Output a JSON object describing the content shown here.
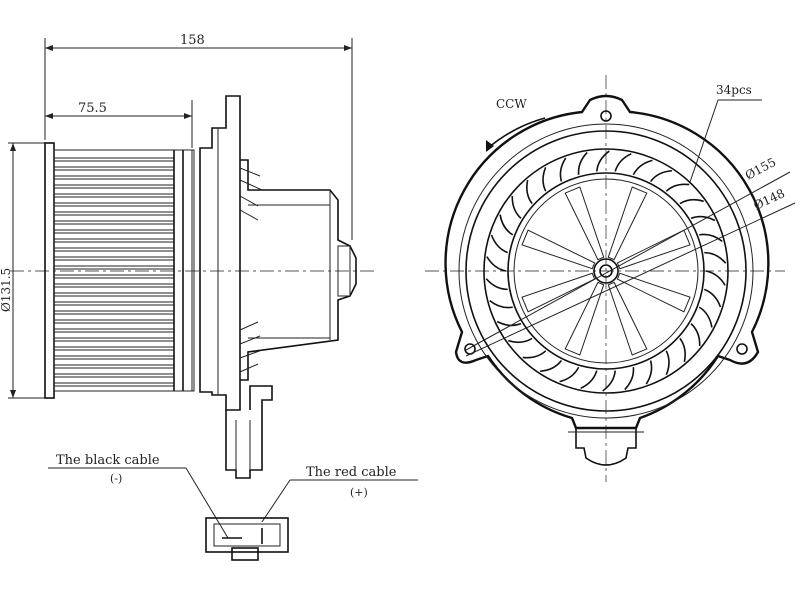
{
  "dimensions": {
    "overall_length": "158",
    "fan_length": "75.5",
    "fan_diameter": "Ø131.5",
    "outer_diameter": "Ø155",
    "inner_diameter": "Ø148",
    "blade_count": "34pcs"
  },
  "rotation": "CCW",
  "cables": {
    "black": {
      "label": "The black cable",
      "polarity": "(-)"
    },
    "red": {
      "label": "The red cable",
      "polarity": "(+)"
    }
  }
}
